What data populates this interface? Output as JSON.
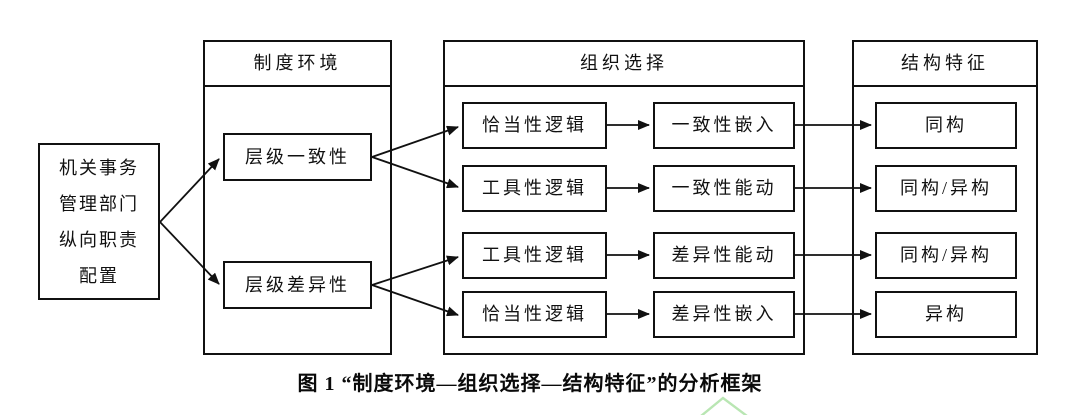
{
  "figure": {
    "caption": "图 1 “制度环境—组织选择—结构特征”的分析框架",
    "source": {
      "lines": [
        "机关事务",
        "管理部门",
        "纵向职责",
        "配置"
      ]
    },
    "institution": {
      "header": "制度环境",
      "items": [
        "层级一致性",
        "层级差异性"
      ]
    },
    "organization": {
      "header": "组织选择",
      "rows": [
        {
          "logic": "恰当性逻辑",
          "result": "一致性嵌入"
        },
        {
          "logic": "工具性逻辑",
          "result": "一致性能动"
        },
        {
          "logic": "工具性逻辑",
          "result": "差异性能动"
        },
        {
          "logic": "恰当性逻辑",
          "result": "差异性嵌入"
        }
      ]
    },
    "structure": {
      "header": "结构特征",
      "items": [
        "同构",
        "同构/异构",
        "同构/异构",
        "异构"
      ]
    }
  },
  "colors": {
    "line": "#111111",
    "background": "#ffffff",
    "watermark": "#b9e6b3"
  }
}
